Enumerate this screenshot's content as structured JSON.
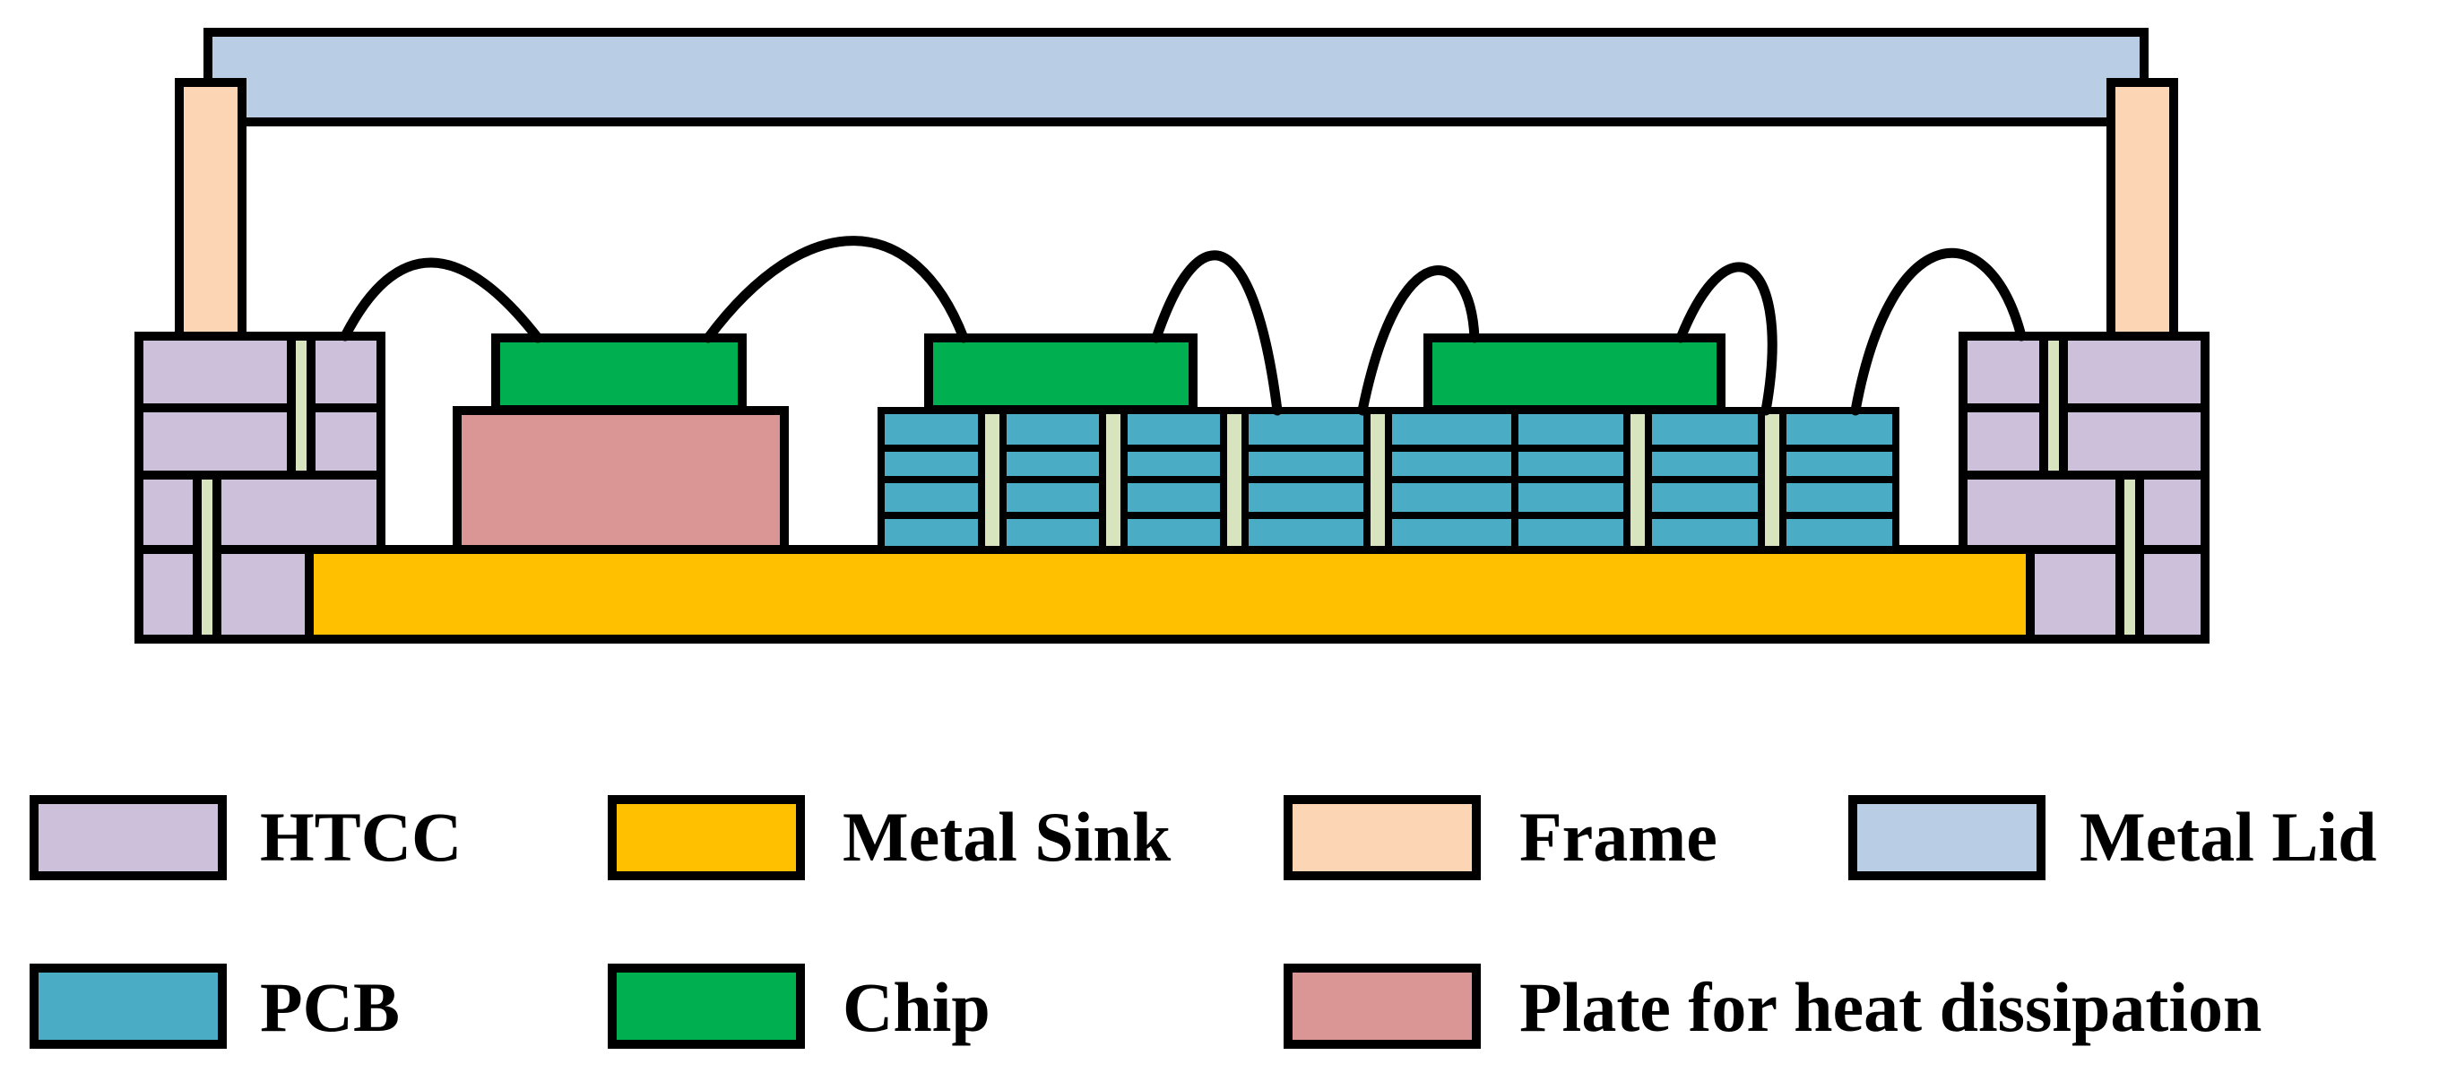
{
  "colors": {
    "htcc": "#CCC0DA",
    "metal_sink": "#FFC000",
    "frame": "#FCD5B5",
    "metal_lid": "#B9CDE5",
    "pcb": "#4BACC6",
    "chip": "#00B050",
    "plate": "#D99694",
    "via": "#D7E4BD",
    "stroke": "#000000"
  },
  "legend": [
    {
      "key": "htcc",
      "label": "HTCC"
    },
    {
      "key": "metal_sink",
      "label": "Metal Sink"
    },
    {
      "key": "frame",
      "label": "Frame"
    },
    {
      "key": "metal_lid",
      "label": "Metal Lid"
    },
    {
      "key": "pcb",
      "label": "PCB"
    },
    {
      "key": "chip",
      "label": "Chip"
    },
    {
      "key": "plate",
      "label": "Plate for heat dissipation"
    }
  ]
}
